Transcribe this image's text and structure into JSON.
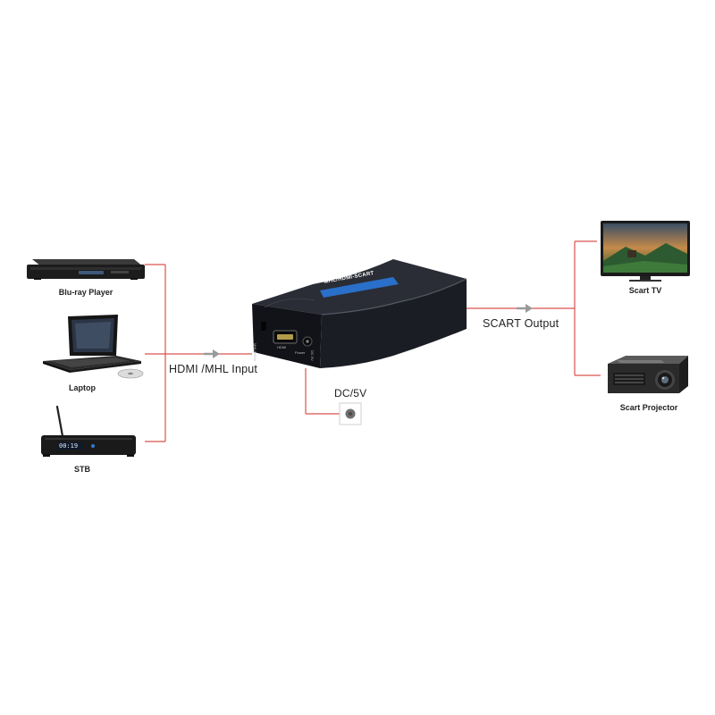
{
  "sources": [
    {
      "label": "Blu-ray Player",
      "icon": "blu-ray-player-icon"
    },
    {
      "label": "Laptop",
      "icon": "laptop-icon"
    },
    {
      "label": "STB",
      "icon": "set-top-box-icon"
    }
  ],
  "outputs": [
    {
      "label": "Scart TV",
      "icon": "television-icon"
    },
    {
      "label": "Scart Projector",
      "icon": "projector-icon"
    }
  ],
  "input_label": "HDMI /MHL Input",
  "output_label": "SCART Output",
  "power_label": "DC/5V",
  "device": {
    "brand_text": "MHL/HDMI-SCART",
    "port_labels": [
      "MHL/HDMI",
      "HDMI",
      "Power",
      "DC 5V"
    ]
  },
  "stb_display": "00:19",
  "colors": {
    "connector_line": "#d9534f",
    "arrow": "#9a9a9a",
    "device_body": "#1b1d24",
    "device_label_bg": "#2a6fc9"
  }
}
